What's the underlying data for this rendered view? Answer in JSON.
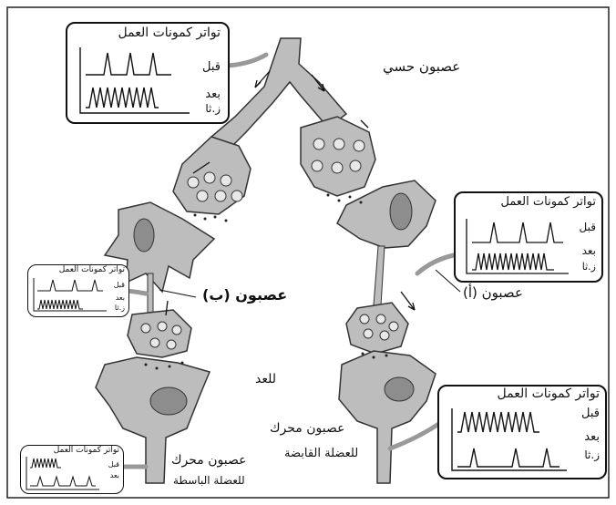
{
  "labels": {
    "sensory_neuron": "عصبون حسي",
    "neuron_b": "عصبون (ب)",
    "neuron_a": "عصبون (أ)",
    "motor_neuron_flexor": "عصبون محرك",
    "flexor_muscle": "للعضلة القابضة",
    "motor_neuron_extensor": "عصبون محرك",
    "extensor_muscle": "للعضلة الباسطة",
    "stray_text": "للعد"
  },
  "graph_boxes": [
    {
      "id": "top",
      "title": "تواتر كمونات العمل",
      "before": "قبل",
      "after": "بعد",
      "unit": "ز.ثا"
    },
    {
      "id": "right",
      "title": "تواتر كمونات العمل",
      "before": "قبل",
      "after": "بعد",
      "unit": "ز.ثا"
    },
    {
      "id": "left",
      "title": "تواتر كمونات العمل",
      "before": "قبل",
      "after": "بعد",
      "unit": "ز.ثا"
    },
    {
      "id": "bottom-right",
      "title": "تواتر كمونات العمل",
      "before": "قبل",
      "after": "بعد",
      "unit": "ز.ثا"
    },
    {
      "id": "bottom-left",
      "title": "تواتر كمونات العمل",
      "before": "قبل",
      "after": "بعد",
      "unit": ""
    }
  ]
}
